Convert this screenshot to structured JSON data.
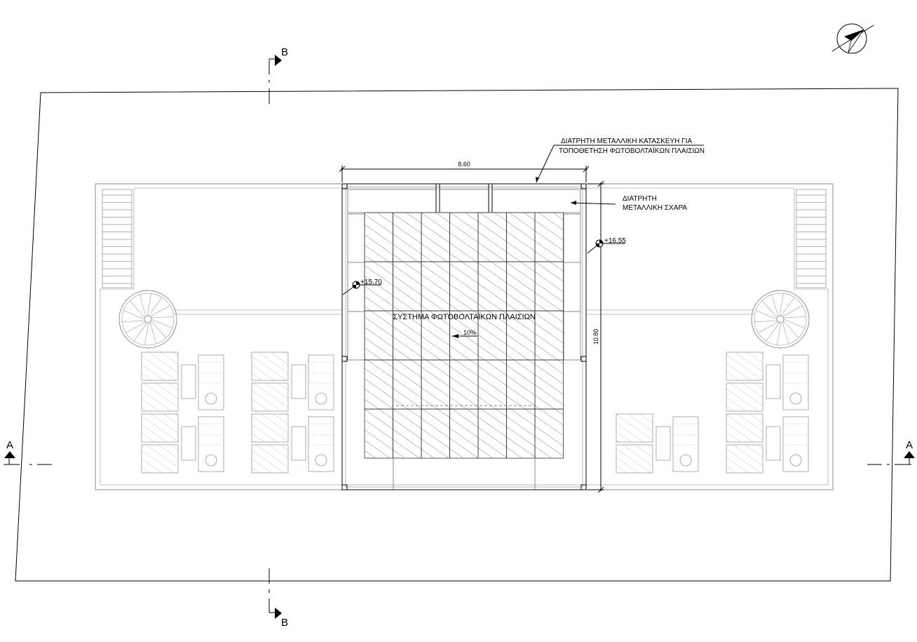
{
  "annotations": {
    "frame_label": "ΔΙΑΤΡΗΤΗ ΜΕΤΑΛΛΙΚΗ ΚΑΤΑΣΚΕΥΗ ΓΙΑ",
    "frame_label_2": "ΤΟΠΟΘΕΤΗΣΗ ΦΩΤΟΒΟΛΤΑΪΚΩΝ ΠΛΑΙΣΙΩΝ",
    "grating_label": "ΔΙΑΤΡΗΤΗ",
    "grating_label_2": "ΜΕΤΑΛΛΙΚΗ ΣΧΑΡΑ",
    "pv_system_label": "ΣΥΣΤΗΜΑ ΦΩΤΟΒΟΛΤΑΪΚΩΝ ΠΛΑΙΣΙΩΝ",
    "slope_label": "10%"
  },
  "dimensions": {
    "width": "8.60",
    "height": "10.80"
  },
  "levels": {
    "top": "+16.55",
    "left": "+15.70"
  },
  "section_markers": {
    "section_a": "A",
    "section_b": "B"
  },
  "icons": {
    "north_arrow": "north-arrow-icon",
    "level_marker": "level-marker-icon"
  },
  "pv_grid": {
    "columns": 7,
    "rows": 5
  }
}
